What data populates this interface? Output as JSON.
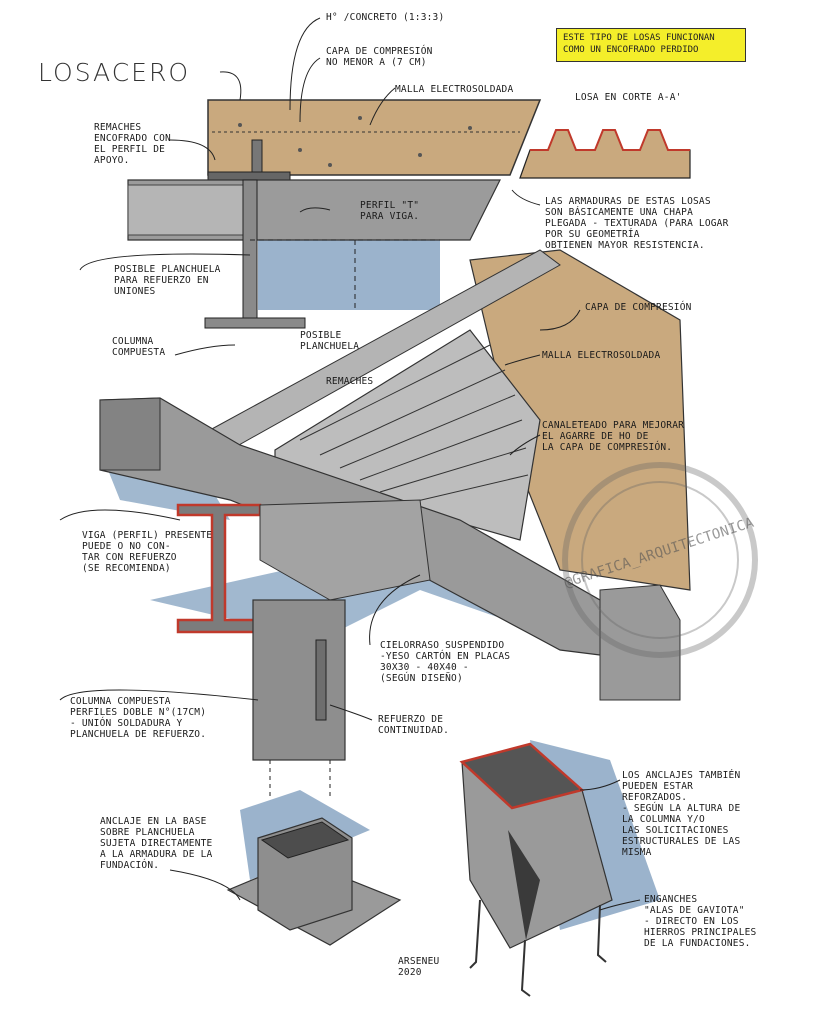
{
  "title": "LOSACERO",
  "yellow_note": "ESTE TIPO DE LOSAS FUNCIONAN COMO UN ENCOFRADO PERDIDO",
  "labels": {
    "concreto": "H° /CONCRETO (1:3:3)",
    "capa_min": "CAPA DE COMPRESIÓN\nNO MENOR A (7 cm)",
    "malla_top": "MALLA ELECTROSOLDADA",
    "losa_corte": "LOSA EN CORTE A-A'",
    "remaches": "REMACHES\nENCOFRADO CON\nEL PERFIL DE\nAPOYO.",
    "perfil_t": "PERFIL \"T\"\nPARA VIGA.",
    "armaduras": "LAS ARMADURAS DE ESTAS LOSAS\nSON BÁSICAMENTE UNA CHAPA\nPLEGADA - TEXTURADA (PARA LOGAR\nPOR SU GEOMETRÍA\nOBTIENEN MAYOR RESISTENCIA.",
    "planchuela_union": "POSIBLE PLANCHUELA\nPARA REFUERZO EN\nUNIONES",
    "capa_comp": "CAPA DE COMPRESIÓN",
    "columna_compuesta": "COLUMNA\nCOMPUESTA",
    "posible_planchuela": "POSIBLE\nPLANCHUELA",
    "malla_mid": "MALLA ELECTROSOLDADA",
    "remaches_mid": "REMACHES",
    "canaleteado": "CANALETEADO PARA MEJORAR\nEL AGARRE DE HO DE\nLA CAPA DE COMPRESIÓN.",
    "viga_perfil": "VIGA (PERFIL) PRESENTE\nPUEDE O NO CON-\nTAR CON REFUERZO\n(SE RECOMIENDA)",
    "cielorraso": "CIELORRASO SUSPENDIDO\n-YESO CARTÓN EN PLACAS\n30X30 - 40X40 -\n(SEGÚN DISEÑO)",
    "columna_perfiles": "COLUMNA COMPUESTA\nPERFILES DOBLE N°(17cm)\n- UNIÓN SOLDADURA Y\nPLANCHUELA DE REFUERZO.",
    "refuerzo": "REFUERZO DE\nCONTINUIDAD.",
    "anclajes": "LOS ANCLAJES TAMBIÉN\nPUEDEN ESTAR\nREFORZADOS.\n- SEGÚN LA ALTURA DE\nLA COLUMNA Y/O\nLAS SOLICITACIONES\nESTRUCTURALES DE LAS\nMISMA",
    "anclaje_base": "ANCLAJE EN LA BASE\nSOBRE PLANCHUELA\nSUJETA DIRECTAMENTE\nA LA ARMADURA DE LA\nFUNDACIÓN.",
    "enganches": "ENGANCHES\n\"ALAS DE GAVIOTA\"\n- DIRECTO EN LOS\nHIERROS PRINCIPALES\nDE LA FUNDACIONES.",
    "signature": "ARSENEU\n2020"
  },
  "watermark": "@GRAFICA_ARQUITECTONICA",
  "colors": {
    "concrete": "#c9a97e",
    "steel": "#8e8e8e",
    "steel_light": "#b4b4b4",
    "steel_dark": "#5e5e5e",
    "shadow": "#8aa6c3",
    "note_bg": "#f4ee2a",
    "weld": "#c0392b"
  }
}
